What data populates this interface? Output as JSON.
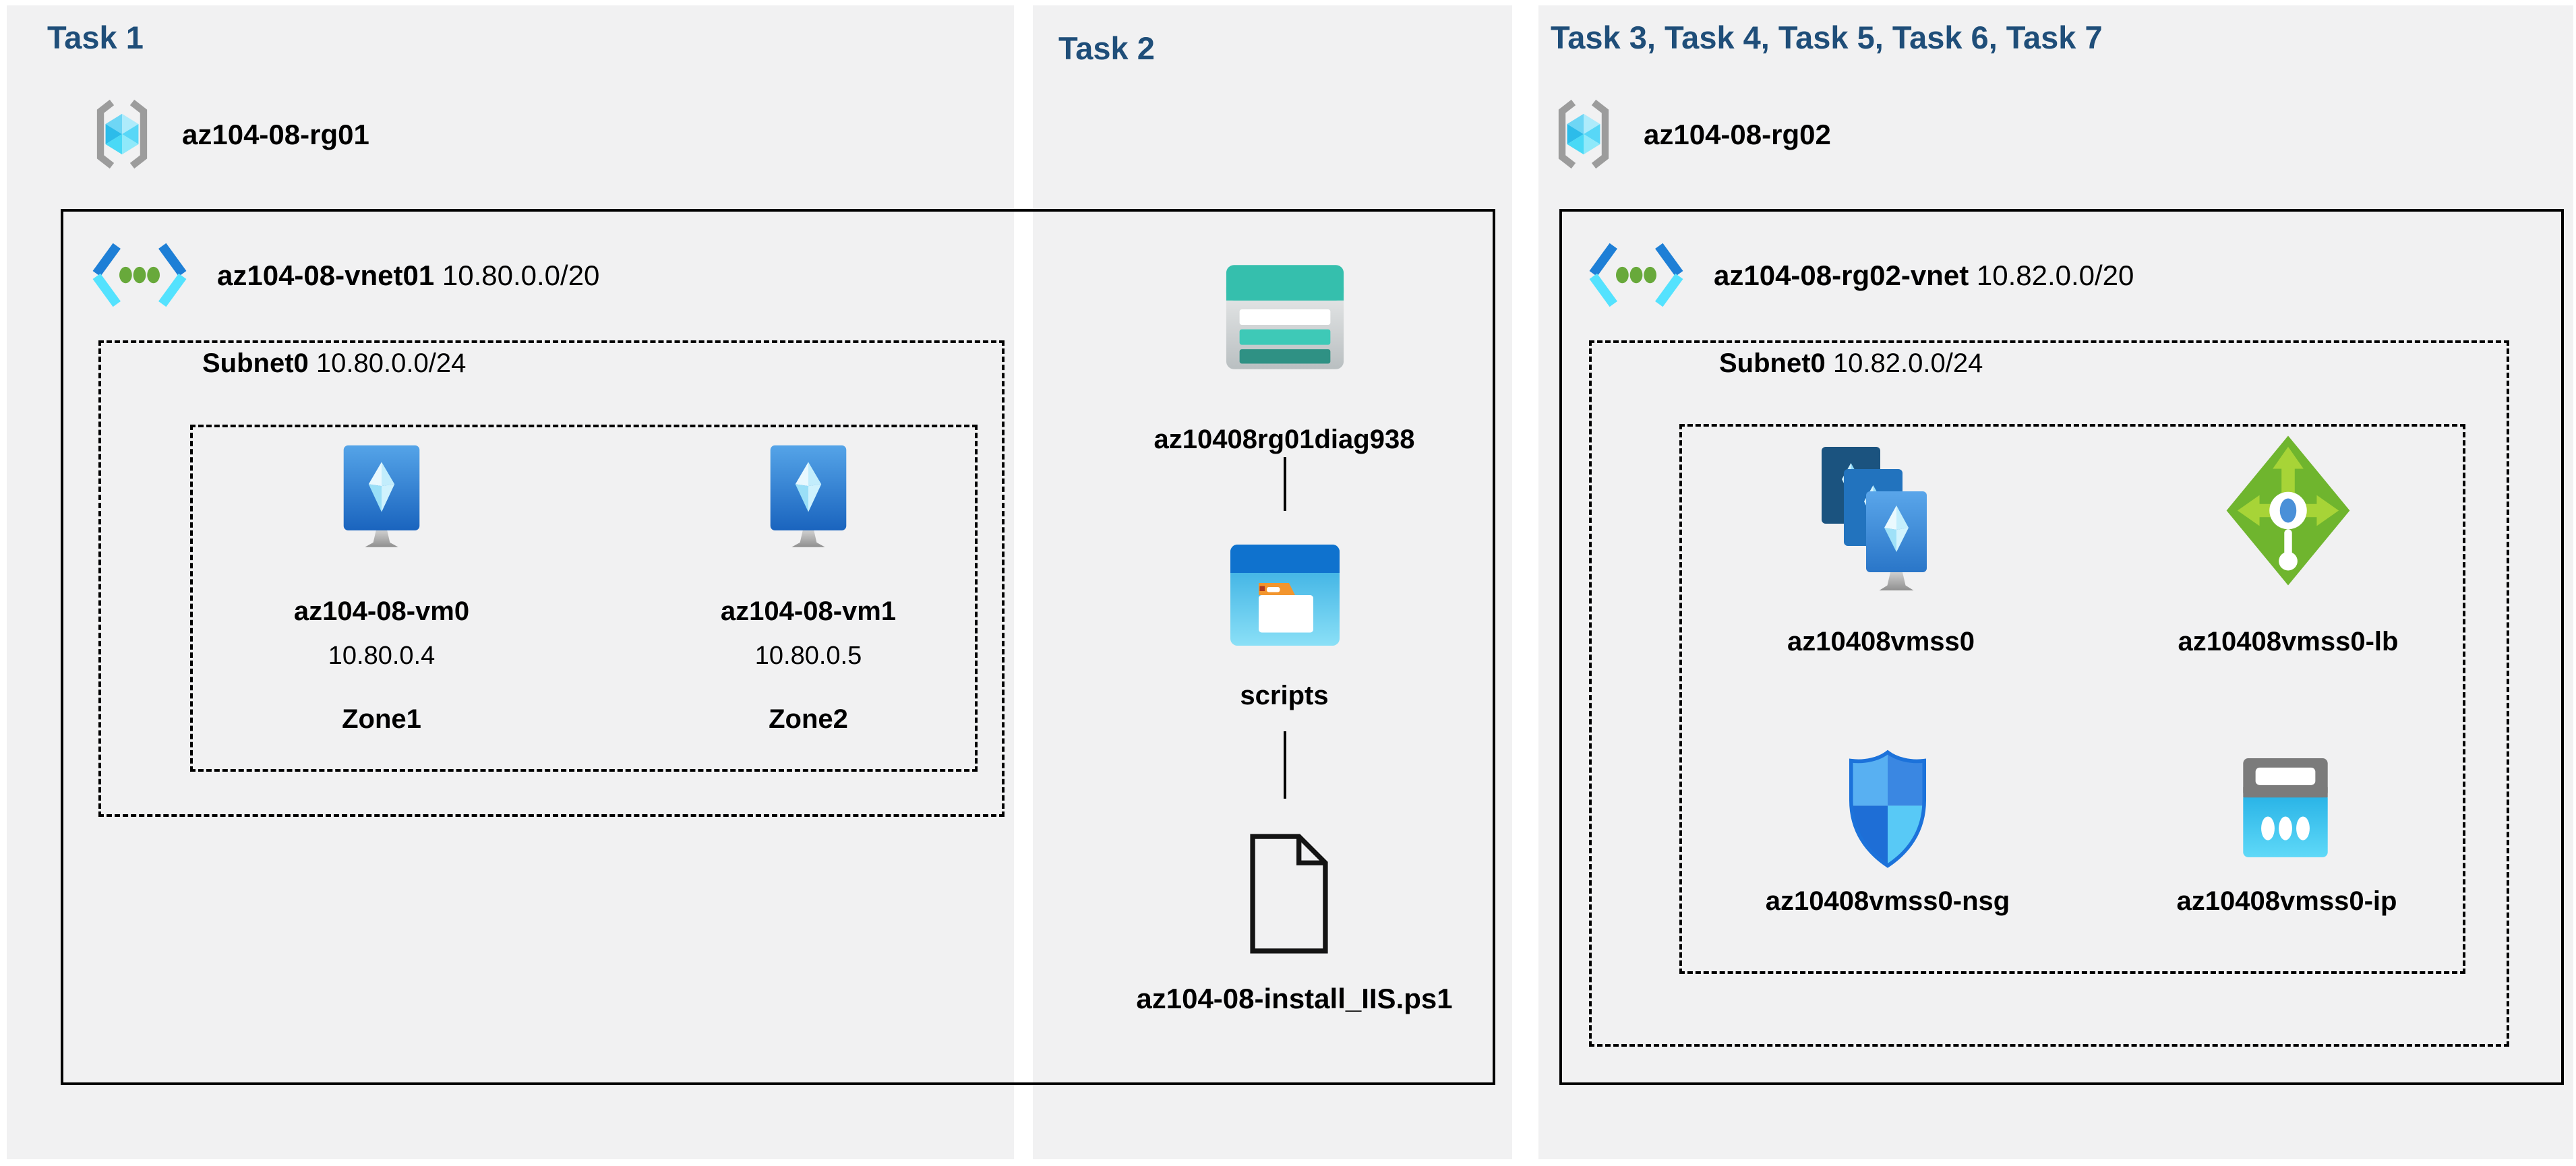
{
  "colors": {
    "page_bg": "#ffffff",
    "panel_bg": "#f1f1f2",
    "header_text": "#1f4e79",
    "label_text": "#000000",
    "border_color": "#000000",
    "azure_blue": "#1e7fd6",
    "azure_cyan": "#50e6ff",
    "teal_storage": "#35bfad",
    "green_lb": "#6fb52e"
  },
  "task1": {
    "title": "Task 1",
    "resource_group": "az104-08-rg01",
    "vnet": {
      "name": "az104-08-vnet01",
      "cidr": "10.80.0.0/20"
    },
    "subnet": {
      "name": "Subnet0",
      "cidr": "10.80.0.0/24"
    },
    "vms": [
      {
        "name": "az104-08-vm0",
        "ip": "10.80.0.4",
        "zone": "Zone1",
        "icon": "virtual-machine-icon"
      },
      {
        "name": "az104-08-vm1",
        "ip": "10.80.0.5",
        "zone": "Zone2",
        "icon": "virtual-machine-icon"
      }
    ]
  },
  "task2": {
    "title": "Task 2",
    "storage_account": "az10408rg01diag938",
    "folder": "scripts",
    "script_file": "az104-08-install_IIS.ps1"
  },
  "task3": {
    "title": "Task 3, Task 4, Task 5, Task 6, Task 7",
    "resource_group": "az104-08-rg02",
    "vnet": {
      "name": "az104-08-rg02-vnet",
      "cidr": "10.82.0.0/20"
    },
    "subnet": {
      "name": "Subnet0",
      "cidr": "10.82.0.0/24"
    },
    "resources": [
      {
        "name": "az10408vmss0",
        "icon": "vm-scale-set-icon"
      },
      {
        "name": "az10408vmss0-lb",
        "icon": "load-balancer-icon"
      },
      {
        "name": "az10408vmss0-nsg",
        "icon": "network-security-group-icon"
      },
      {
        "name": "az10408vmss0-ip",
        "icon": "public-ip-icon"
      }
    ]
  }
}
